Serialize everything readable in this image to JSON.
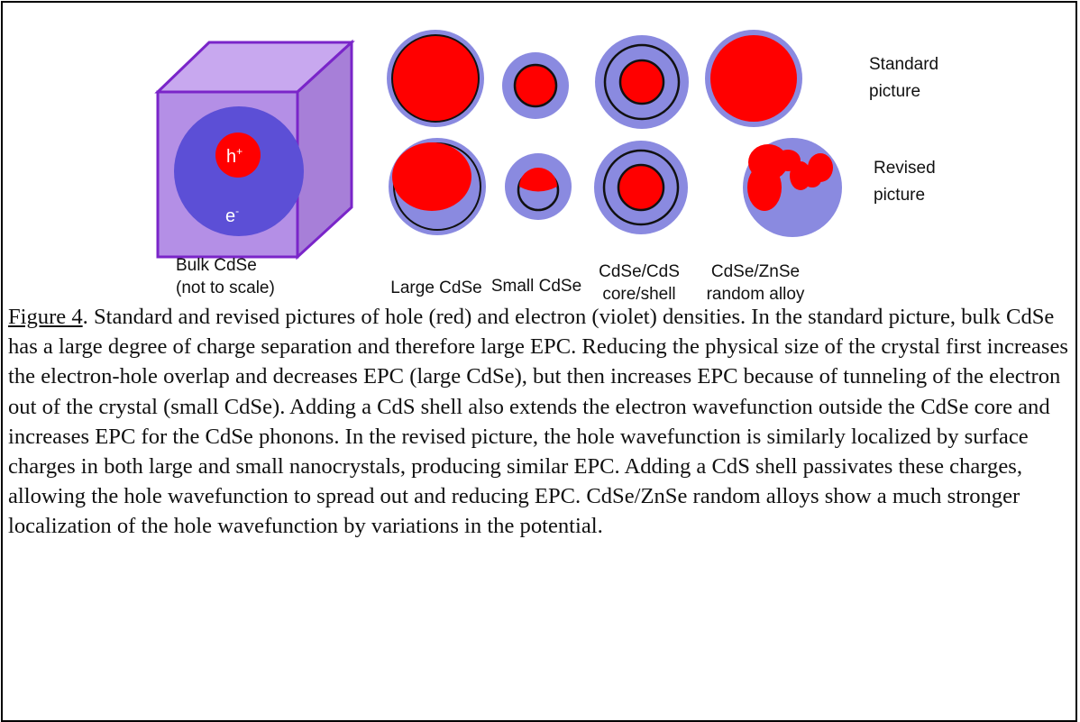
{
  "figure": {
    "bulk": {
      "hole_label": "h+",
      "electron_label": "e-",
      "caption": "Bulk CdSe\n(not to scale)"
    },
    "columns": [
      {
        "caption": "Large CdSe"
      },
      {
        "caption": "Small CdSe"
      },
      {
        "caption": "CdSe/CdS\ncore/shell"
      },
      {
        "caption": "CdSe/ZnSe\nrandom alloy"
      }
    ],
    "row_labels": {
      "standard": "Standard\npicture",
      "revised": "Revised\npicture"
    },
    "colors": {
      "hole": "#ff0000",
      "electron": "#8a8ae0",
      "bulk_electron": "#5c4fd6",
      "cube_face": "#b48fe6",
      "cube_edge": "#7a25c9"
    }
  },
  "caption": {
    "figure_label": "Figure 4",
    "text": ".  Standard and revised pictures of hole (red) and electron (violet) densities.  In the standard picture, bulk CdSe has a large degree of charge separation and therefore large EPC.  Reducing the physical size of the crystal first increases the electron-hole overlap and decreases EPC (large CdSe), but then increases EPC because of tunneling of the electron out of the crystal (small CdSe).  Adding a CdS shell also extends the electron wavefunction outside the CdSe core and increases EPC for the CdSe phonons.  In the revised picture, the hole wavefunction is similarly localized by surface charges in both large and small nanocrystals, producing similar EPC.  Adding a CdS shell passivates these charges, allowing the hole wavefunction to spread out and reducing EPC. CdSe/ZnSe random alloys show a much stronger localization of the hole wavefunction by variations in the potential."
  }
}
